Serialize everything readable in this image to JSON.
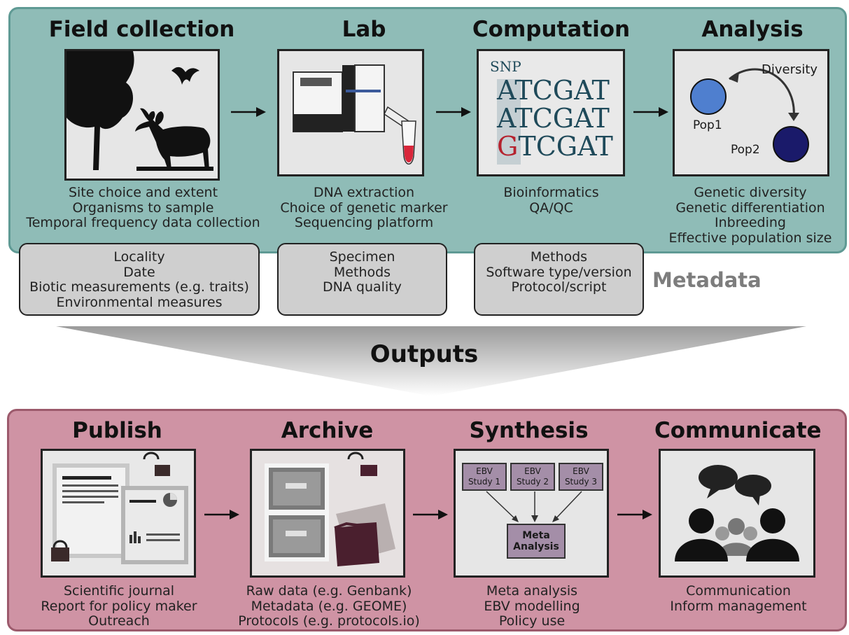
{
  "top": {
    "stages": [
      {
        "title": "Field collection",
        "captions": [
          "Site choice and extent",
          "Organisms to sample",
          "Temporal frequency data collection"
        ]
      },
      {
        "title": "Lab",
        "captions": [
          "DNA extraction",
          "Choice of genetic marker",
          "Sequencing platform"
        ]
      },
      {
        "title": "Computation",
        "captions": [
          "Bioinformatics",
          "QA/QC"
        ]
      },
      {
        "title": "Analysis",
        "captions": [
          "Genetic diversity",
          "Genetic differentiation",
          "Inbreeding",
          "Effective population size"
        ]
      }
    ],
    "snp": {
      "label": "SNP",
      "rows": [
        [
          "A",
          "TCGAT"
        ],
        [
          "A",
          "TCGAT"
        ],
        [
          "G",
          "TCGAT"
        ]
      ]
    },
    "analysis_image": {
      "diversity": "Diversity",
      "pop1": "Pop1",
      "pop2": "Pop2"
    },
    "metadata": {
      "label": "Metadata",
      "boxes": [
        [
          "Locality",
          "Date",
          "Biotic measurements (e.g. traits)",
          "Environmental measures"
        ],
        [
          "Specimen",
          "Methods",
          "DNA quality"
        ],
        [
          "Methods",
          "Software type/version",
          "Protocol/script"
        ]
      ]
    }
  },
  "outputs_title": "Outputs",
  "bottom": {
    "stages": [
      {
        "title": "Publish",
        "captions": [
          "Scientific journal",
          "Report for policy maker",
          "Outreach"
        ]
      },
      {
        "title": "Archive",
        "captions": [
          "Raw data (e.g. Genbank)",
          "Metadata (e.g. GEOME)",
          "Protocols (e.g. protocols.io)"
        ]
      },
      {
        "title": "Synthesis",
        "captions": [
          "Meta analysis",
          "EBV modelling",
          "Policy use"
        ]
      },
      {
        "title": "Communicate",
        "captions": [
          "Communication",
          "Inform management"
        ]
      }
    ],
    "synthesis_image": {
      "studies": [
        [
          "EBV",
          "Study 1"
        ],
        [
          "EBV",
          "Study 2"
        ],
        [
          "EBV",
          "Study 3"
        ]
      ],
      "meta": [
        "Meta",
        "Analysis"
      ]
    }
  },
  "colors": {
    "top_panel": "#8fbcb7",
    "bottom_panel": "#cf93a4",
    "metadata_box": "#cfcfcf",
    "snp_text": "#1f4a5a",
    "snp_highlight_letter": "#b5222e",
    "pop1": "#4f7fcf",
    "pop2": "#1a1a6a"
  }
}
